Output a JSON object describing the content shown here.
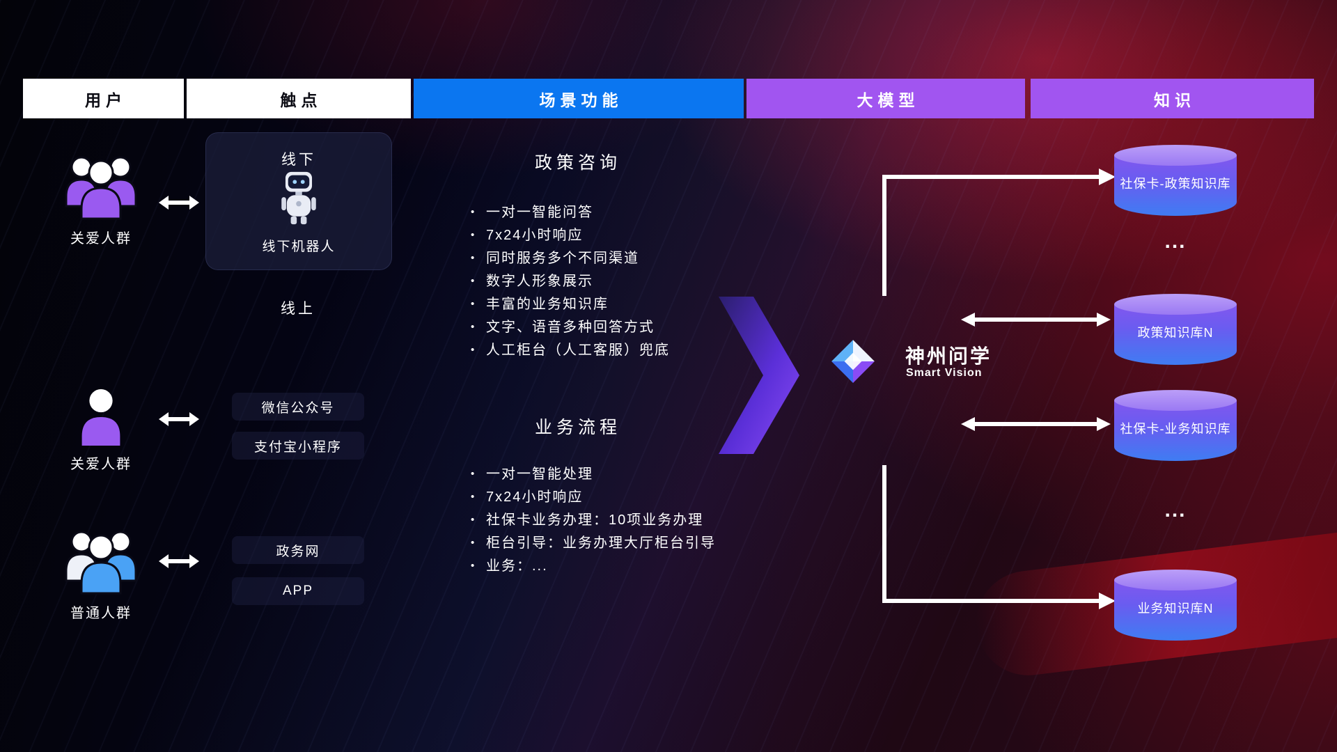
{
  "palette": {
    "header_white_bg": "#ffffff",
    "header_blue_bg": "#0b76f0",
    "header_purple_bg": "#a155f0",
    "user_purple": "#9a5af0",
    "user_blue": "#4aa2f5",
    "cylinder_top": "#bb9ef8",
    "cylinder_body_top": "#8257ee",
    "cylinder_body_bottom": "#3f7cf2",
    "arrow_white": "#ffffff",
    "flow_arrow_purple": "#8a4cf5"
  },
  "header": {
    "columns": [
      {
        "label": "用户"
      },
      {
        "label": "触点"
      },
      {
        "label": "场景功能"
      },
      {
        "label": "大模型"
      },
      {
        "label": "知识"
      }
    ]
  },
  "users": [
    {
      "label": "关爱人群"
    },
    {
      "label": "关爱人群"
    },
    {
      "label": "普通人群"
    }
  ],
  "touchpoints": {
    "offline": {
      "title": "线下",
      "caption": "线下机器人"
    },
    "online_label": "线上",
    "items_online": [
      "微信公众号",
      "支付宝小程序"
    ],
    "items_gov": [
      "政务网",
      "APP"
    ]
  },
  "scenarios": {
    "policy": {
      "title": "政策咨询",
      "items": [
        "一对一智能问答",
        "7x24小时响应",
        "同时服务多个不同渠道",
        "数字人形象展示",
        "丰富的业务知识库",
        "文字、语音多种回答方式",
        "人工柜台（人工客服）兜底"
      ]
    },
    "business": {
      "title": "业务流程",
      "items": [
        "一对一智能处理",
        "7x24小时响应",
        "社保卡业务办理：10项业务办理",
        "柜台引导：业务办理大厅柜台引导",
        "业务：..."
      ]
    }
  },
  "model": {
    "name": "神州问学",
    "subtitle": "Smart Vision"
  },
  "knowledge": {
    "dbs": [
      "社保卡-政策知识库",
      "政策知识库N",
      "社保卡-业务知识库",
      "业务知识库N"
    ],
    "ellipsis": "..."
  }
}
